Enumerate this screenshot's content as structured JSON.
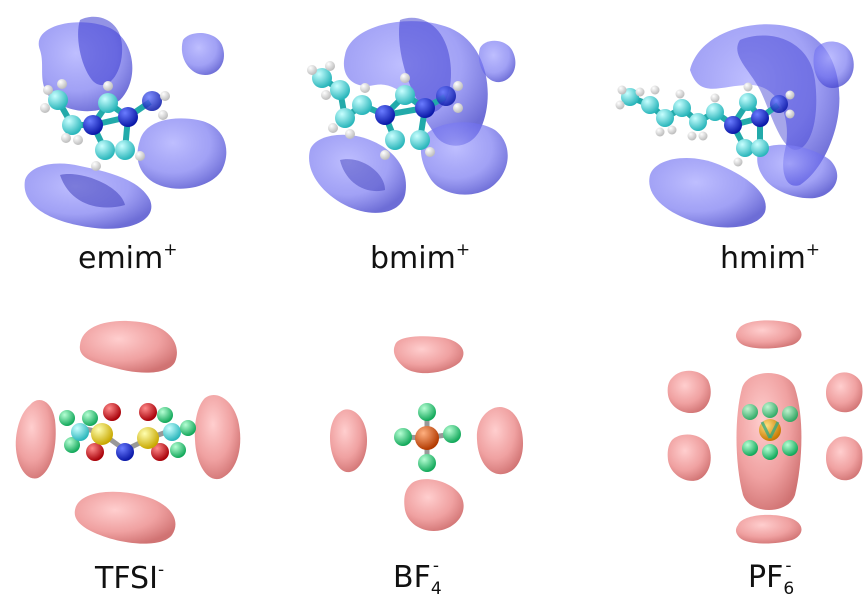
{
  "cations": [
    {
      "name": "emim",
      "charge": "+"
    },
    {
      "name": "bmim",
      "charge": "+"
    },
    {
      "name": "hmim",
      "charge": "+"
    }
  ],
  "anions": [
    {
      "name": "TFSI",
      "subscript": "",
      "charge": "-"
    },
    {
      "name": "BF",
      "subscript": "4",
      "charge": "-"
    },
    {
      "name": "PF",
      "subscript": "6",
      "charge": "-"
    }
  ],
  "colors": {
    "cation_isosurface": "#6f6ff0",
    "anion_isosurface": "#e77a7a",
    "carbon": "#3fd4d8",
    "hydrogen": "#f4f4f4",
    "nitrogen": "#1b2fe0",
    "fluorine": "#23d77a",
    "oxygen": "#e0141e",
    "sulfur": "#f2d400",
    "boron": "#e85a12",
    "phosphorus": "#f2a000"
  }
}
